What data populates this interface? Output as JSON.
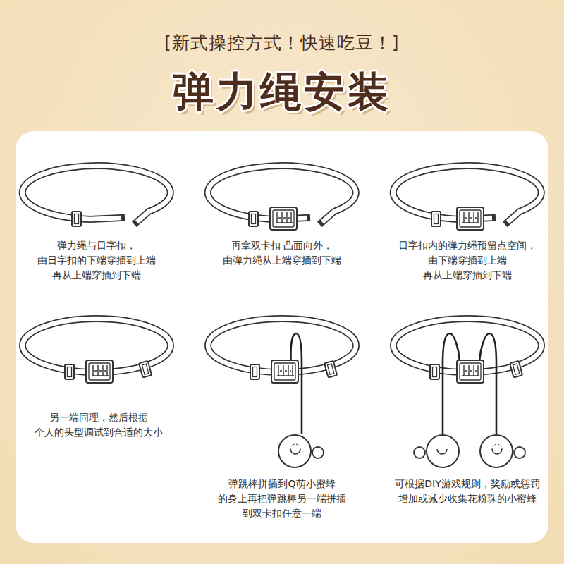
{
  "diagram": {
    "title": "弹力绳安装",
    "labels": [
      "[新式操控方式！快速吃豆！]",
      "弹力绳与日字扣， 由日字扣的下端穿插到上端 再从上端穿插到下端",
      "再拿双卡扣 凸面向外， 由弹力绳从上端穿插到下端",
      "日字扣内的弹力绳预留点空间， 由下端穿插到上端 再从上端穿插到下端",
      "另一端同理，然后根据 个人的头型调试到合适的大小",
      "弹跳棒拼插到Q萌小蜜蜂 的身上再把弹跳棒另一端拼插 到双卡扣任意一端",
      "可根据DIY游戏规则，奖励或惩罚 增加或减少收集花粉珠的小蜜蜂"
    ]
  }
}
